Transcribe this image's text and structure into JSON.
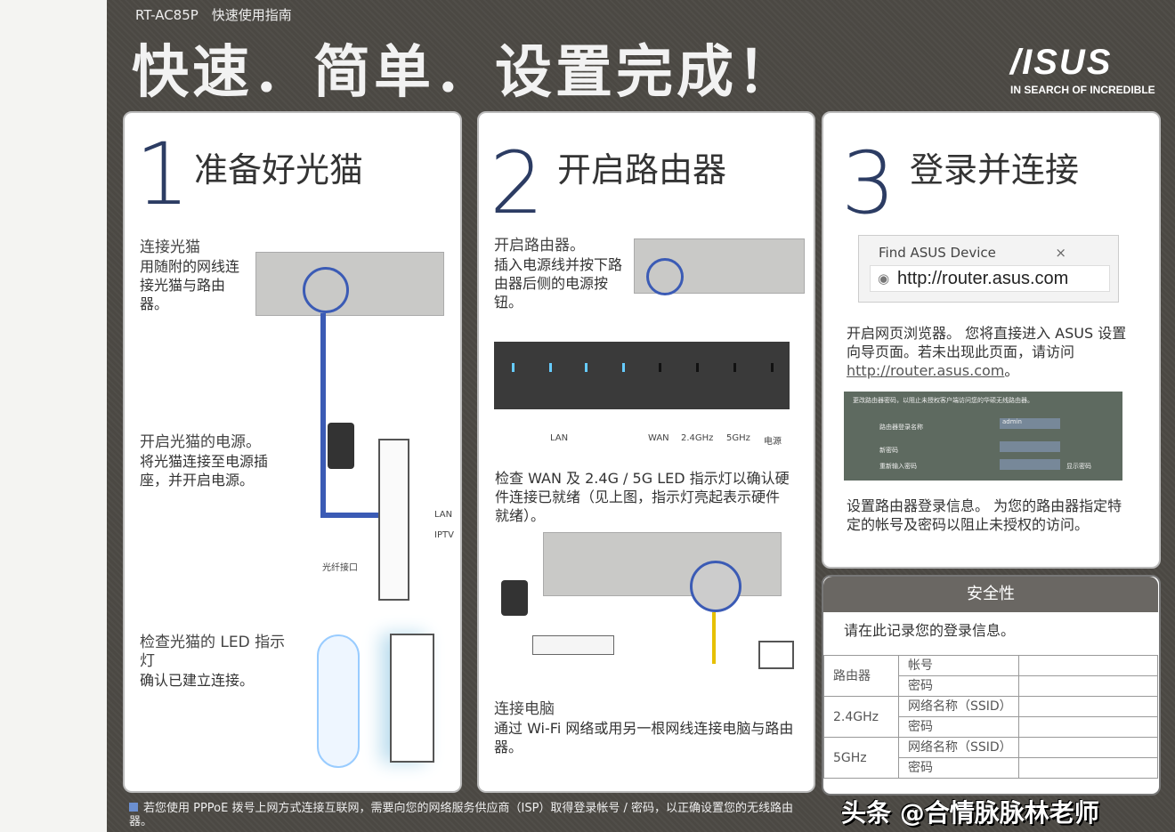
{
  "header": {
    "model": "RT-AC85P　快速使用指南",
    "headline": "快速．简单．设置完成！",
    "logo": "/ISUS",
    "tagline": "IN SEARCH OF INCREDIBLE"
  },
  "step1": {
    "number": "1",
    "title": "准备好光猫",
    "a_head": "连接光猫",
    "a_body": "用随附的网线连接光猫与路由器。",
    "b_head": "开启光猫的电源。",
    "b_body": "将光猫连接至电源插座，并开启电源。",
    "labels": {
      "lan": "LAN",
      "iptv": "IPTV",
      "fiber": "光纤接口"
    },
    "c_head": "检查光猫的 LED 指示灯",
    "c_body": "确认已建立连接。"
  },
  "step2": {
    "number": "2",
    "title": "开启路由器",
    "a_head": "开启路由器。",
    "a_body": "插入电源线并按下路由器后侧的电源按钮。",
    "led_labels": [
      "LAN",
      "WAN",
      "2.4GHz",
      "5GHz",
      "电源"
    ],
    "b_body": "检查 WAN 及 2.4G / 5G LED 指示灯以确认硬件连接已就绪（见上图，指示灯亮起表示硬件就绪）。",
    "c_head": "连接电脑",
    "c_body": "通过 Wi-Fi 网络或用另一根网线连接电脑与路由器。"
  },
  "step3": {
    "number": "3",
    "title": "登录并连接",
    "browser_tab": "Find ASUS Device",
    "browser_url": "http://router.asus.com",
    "a_body": "开启网页浏览器。 您将直接进入 ASUS 设置向导页面。若未出现此页面，请访问",
    "a_link": "http://router.asus.com",
    "a_end": "。",
    "form": {
      "intro": "更改路由器密码，以阻止未授权客户端访问您的华硕无线路由器。",
      "user_label": "路由器登录名称",
      "user_value": "admin",
      "pw_label": "新密码",
      "pw2_label": "重新输入密码",
      "show": "显示密码"
    },
    "b_body": "设置路由器登录信息。 为您的路由器指定特定的帐号及密码以阻止未授权的访问。"
  },
  "security": {
    "title": "安全性",
    "intro": "请在此记录您的登录信息。",
    "rows": [
      {
        "group": "路由器",
        "fields": [
          "帐号",
          "密码"
        ]
      },
      {
        "group": "2.4GHz",
        "fields": [
          "网络名称（SSID）",
          "密码"
        ]
      },
      {
        "group": "5GHz",
        "fields": [
          "网络名称（SSID）",
          "密码"
        ]
      }
    ]
  },
  "footnote": "若您使用 PPPoE 拨号上网方式连接互联网，需要向您的网络服务供应商（ISP）取得登录帐号 / 密码，以正确设置您的无线路由器。",
  "watermark": "头条 @合情脉脉林老师"
}
